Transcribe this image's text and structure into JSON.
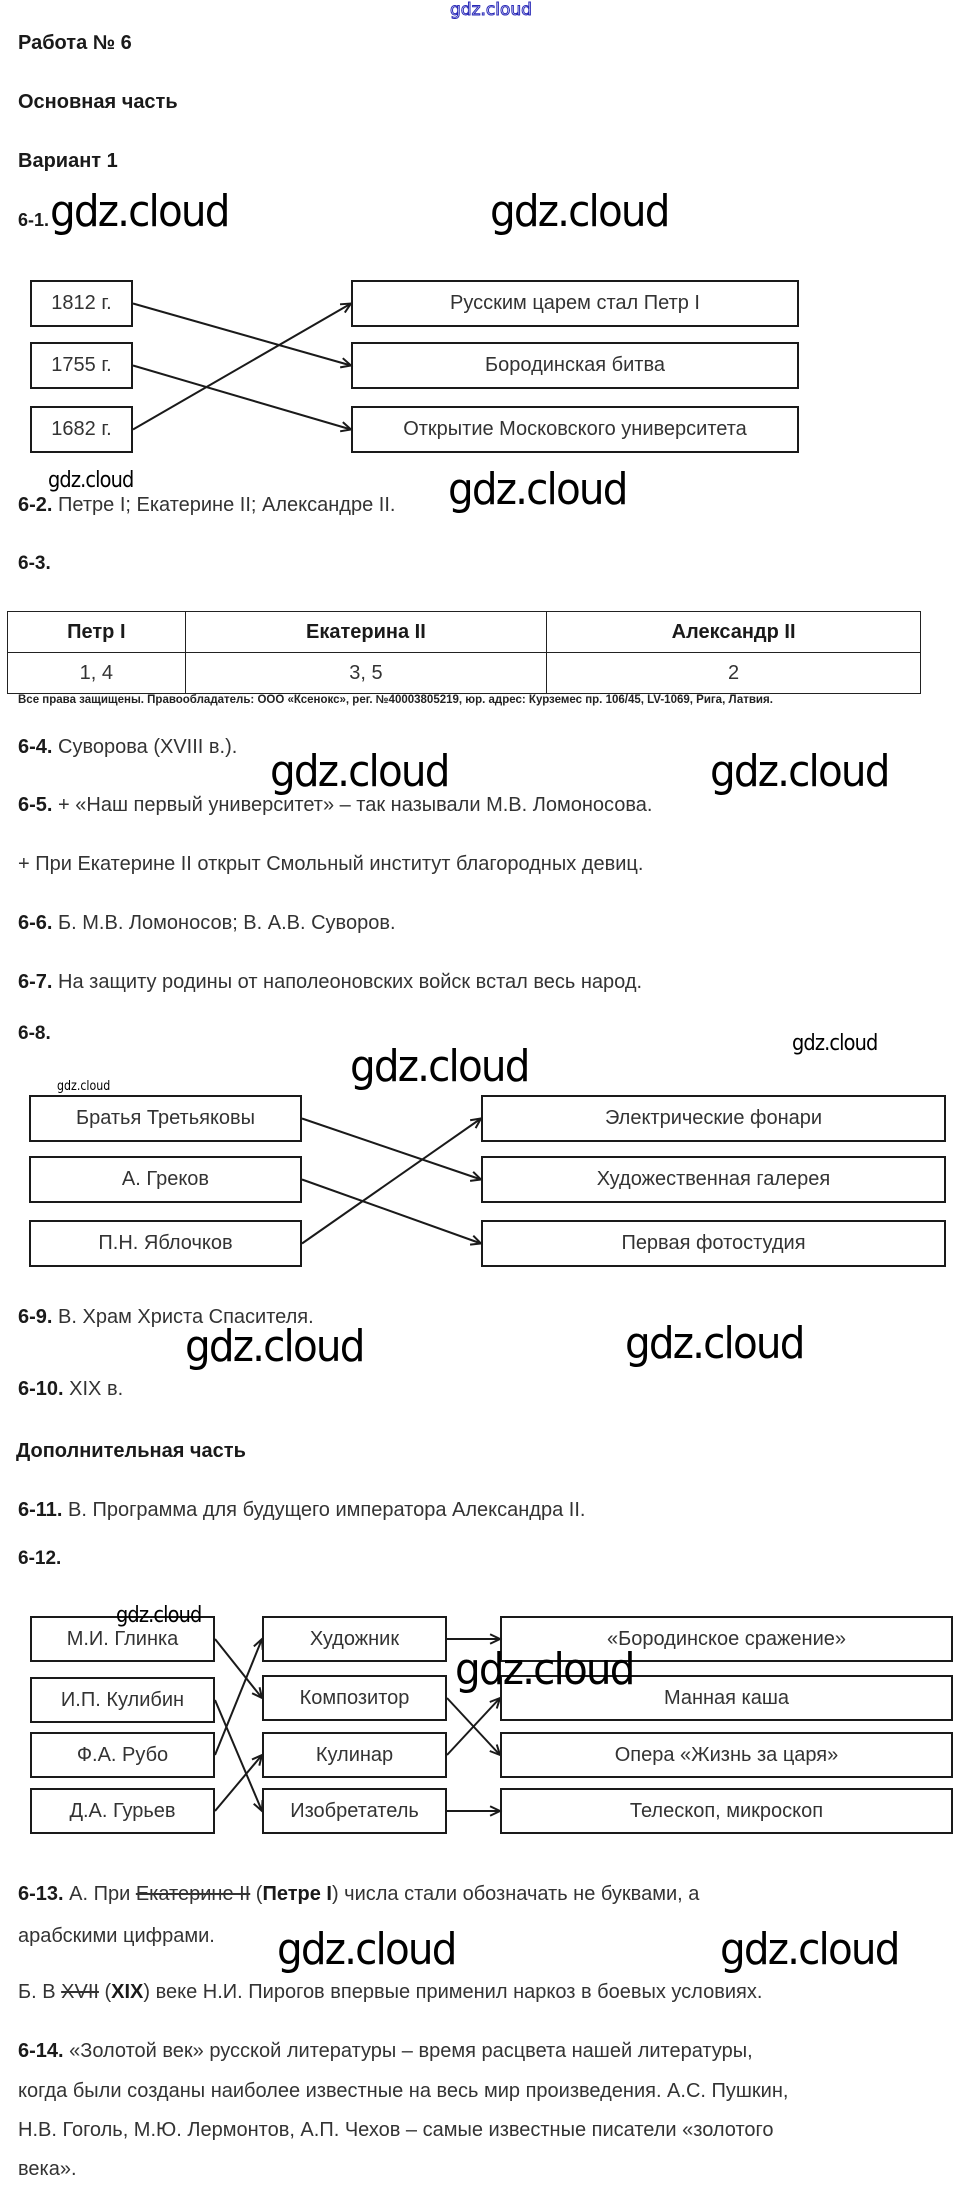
{
  "watermark": "gdz.cloud",
  "header": {
    "work_title": "Работа № 6",
    "section_main": "Основная часть",
    "variant": "Вариант 1"
  },
  "q6_1": {
    "label": "6-1.",
    "left": [
      "1812 г.",
      "1755 г.",
      "1682 г."
    ],
    "right": [
      "Русским царем стал Петр I",
      "Бородинская битва",
      "Открытие Московского университета"
    ],
    "links": [
      [
        0,
        1
      ],
      [
        1,
        2
      ],
      [
        2,
        0
      ]
    ]
  },
  "q6_2": {
    "label": "6-2.",
    "text": " Петре I; Екатерине II; Александре II."
  },
  "q6_3": {
    "label": "6-3.",
    "headers": [
      "Петр I",
      "Екатерина II",
      "Александр II"
    ],
    "row": [
      "1, 4",
      "3, 5",
      "2"
    ],
    "copyright": "Все права защищены. Правообладатель: ООО «Ксенокс», рег. №40003805219, юр. адрес: Курземес пр. 106/45, LV-1069, Рига, Латвия."
  },
  "q6_4": {
    "label": "6-4.",
    "text": " Суворова (XVIII в.)."
  },
  "q6_5": {
    "label": "6-5.",
    "text": " + «Наш первый университет» – так называли М.В. Ломоносова.",
    "text2": "+ При Екатерине II открыт Смольный институт благородных девиц."
  },
  "q6_6": {
    "label": "6-6.",
    "text": " Б. М.В. Ломоносов; В. А.В. Суворов."
  },
  "q6_7": {
    "label": "6-7.",
    "text": " На защиту родины от наполеоновских войск встал весь народ."
  },
  "q6_8": {
    "label": "6-8.",
    "left": [
      "Братья Третьяковы",
      "А. Греков",
      "П.Н. Яблочков"
    ],
    "right": [
      "Электрические фонари",
      "Художественная галерея",
      "Первая фотостудия"
    ],
    "links": [
      [
        0,
        1
      ],
      [
        1,
        2
      ],
      [
        2,
        0
      ]
    ]
  },
  "q6_9": {
    "label": "6-9.",
    "text": " В. Храм Христа Спасителя."
  },
  "q6_10": {
    "label": "6-10.",
    "text": " XIX в."
  },
  "section_extra": "Дополнительная часть",
  "q6_11": {
    "label": "6-11.",
    "text": " В. Программа для будущего императора Александра II."
  },
  "q6_12": {
    "label": "6-12.",
    "people": [
      "М.И. Глинка",
      "И.П. Кулибин",
      "Ф.А. Рубо",
      "Д.А. Гурьев"
    ],
    "roles": [
      "Художник",
      "Композитор",
      "Кулинар",
      "Изобретатель"
    ],
    "works": [
      "«Бородинское сражение»",
      "Манная каша",
      "Опера «Жизнь за царя»",
      "Телескоп, микроскоп"
    ],
    "people_to_roles": [
      [
        0,
        1
      ],
      [
        1,
        3
      ],
      [
        2,
        0
      ],
      [
        3,
        2
      ]
    ],
    "roles_to_works": [
      [
        0,
        0
      ],
      [
        1,
        2
      ],
      [
        2,
        1
      ],
      [
        3,
        3
      ]
    ]
  },
  "q6_13": {
    "label": "6-13.",
    "a_prefix": " А. При ",
    "a_struck": "Екатерине II",
    "a_open": " (",
    "a_correct": "Петре I",
    "a_rest": ") числа стали обозначать не буквами, а",
    "a_line2": "арабскими цифрами.",
    "b_prefix": "Б. В ",
    "b_struck": "XVII",
    "b_open": " (",
    "b_correct": "XIX",
    "b_rest": ") веке Н.И. Пирогов впервые применил наркоз в боевых условиях."
  },
  "q6_14": {
    "label": "6-14.",
    "lines": [
      " «Золотой век» русской литературы – время расцвета нашей литературы,",
      "когда были созданы наиболее известные на весь мир произведения. А.С. Пушкин,",
      "Н.В. Гоголь, М.Ю. Лермонтов, А.П. Чехов – самые известные писатели «золотого",
      "века»."
    ]
  }
}
